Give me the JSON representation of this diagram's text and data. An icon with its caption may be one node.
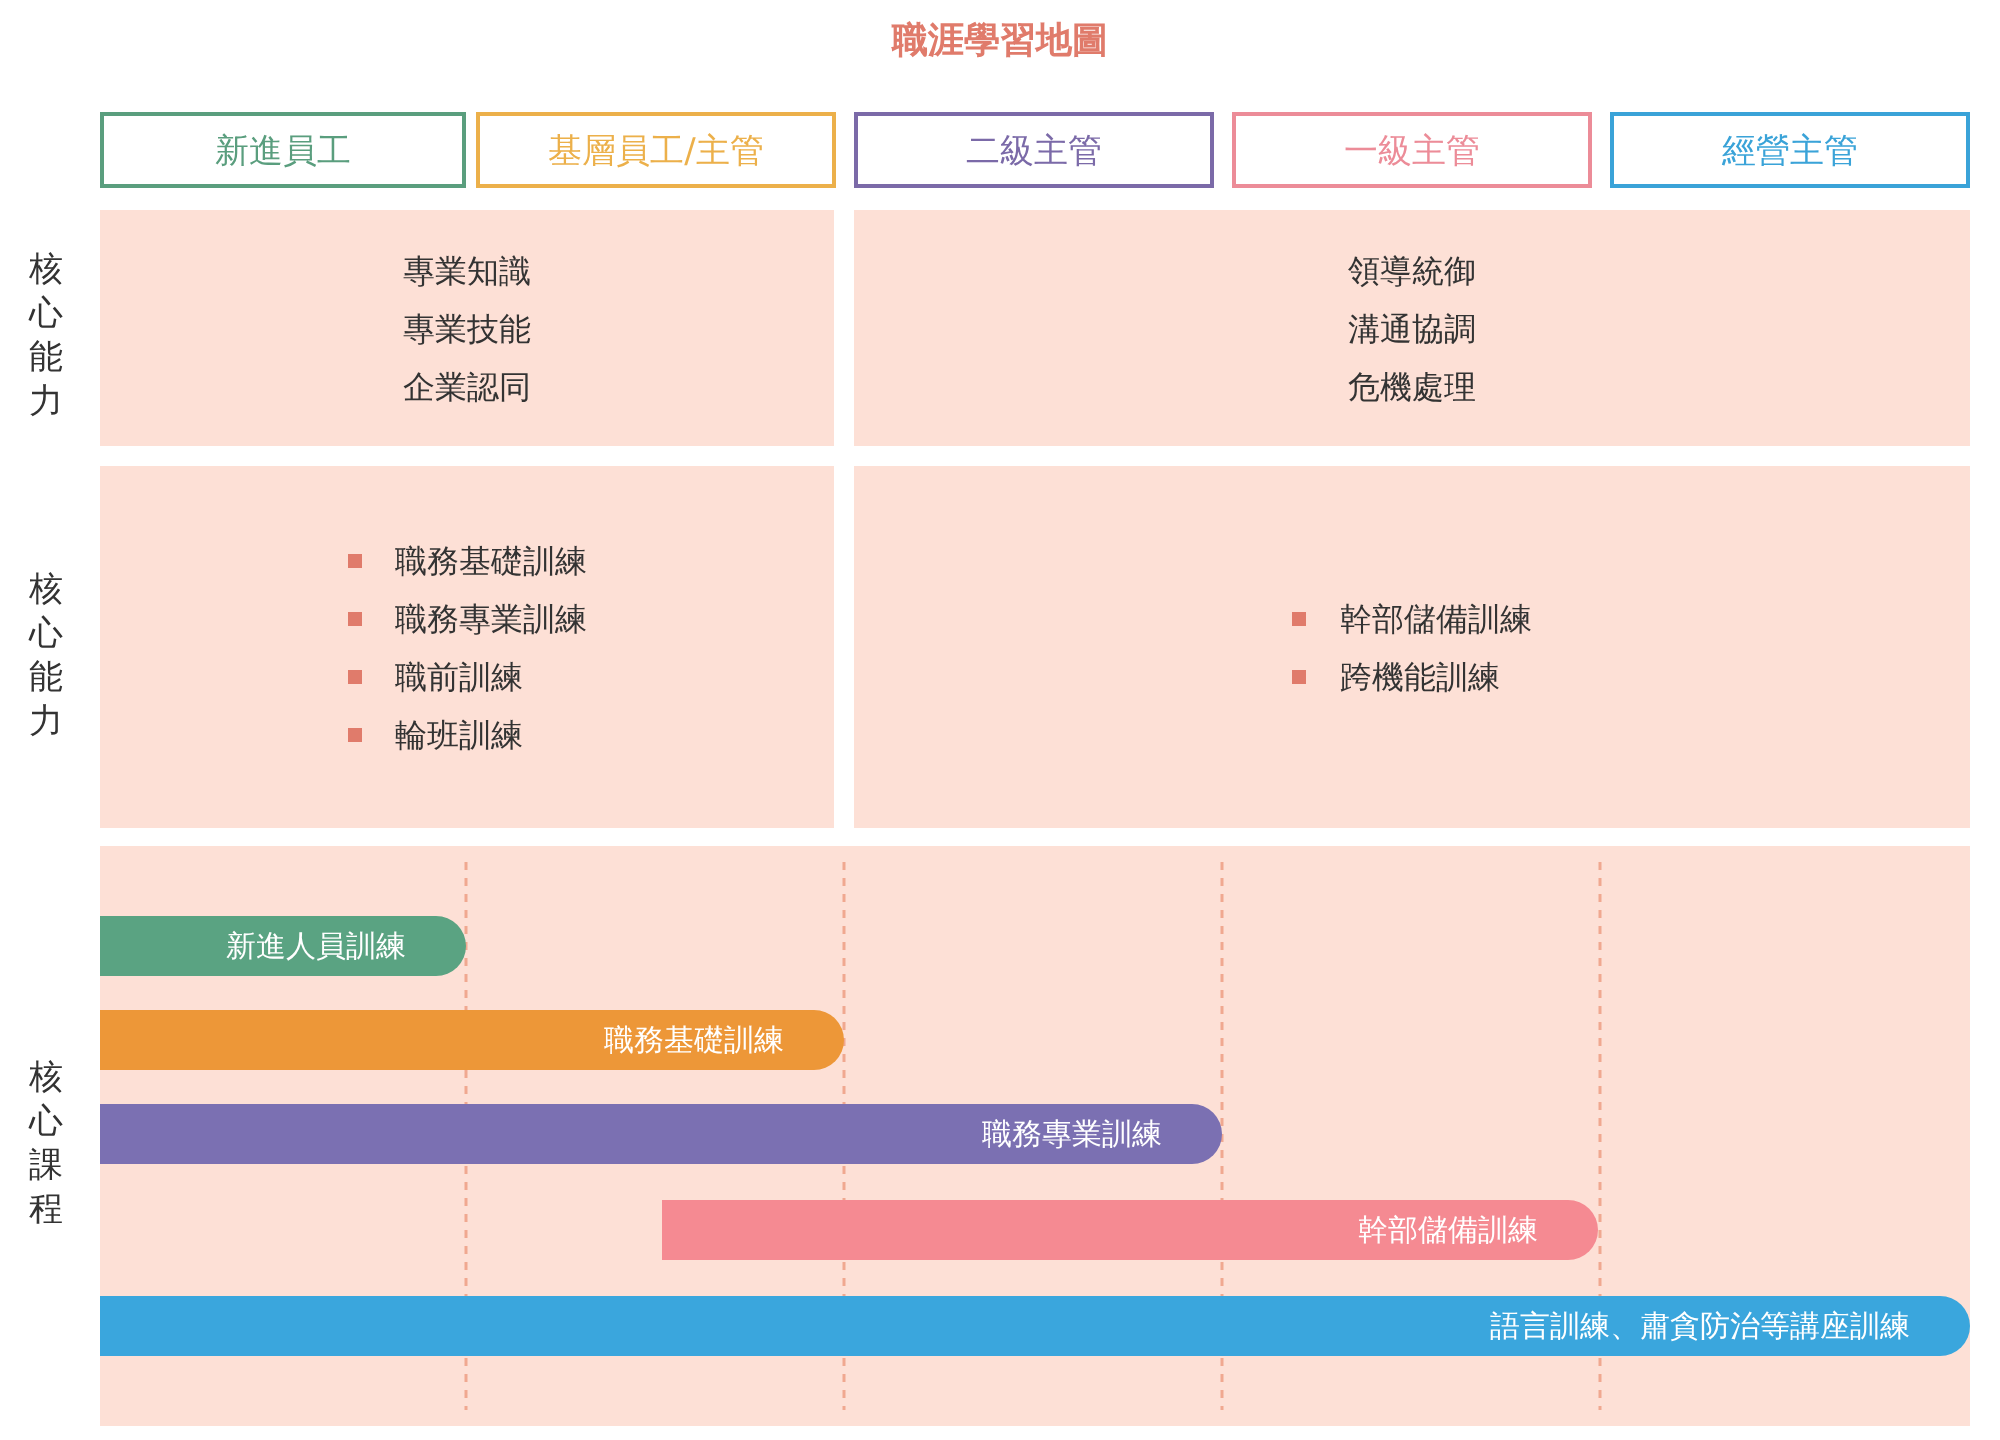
{
  "diagram": {
    "title": "職涯學習地圖",
    "nodes": [
      {
        "text": [
          "新進員工"
        ]
      },
      {
        "text": [
          "基層員工/主管"
        ]
      },
      {
        "text": [
          "二級主管"
        ]
      },
      {
        "text": [
          "一級主管"
        ]
      },
      {
        "text": [
          "經營主管"
        ]
      },
      {
        "text": [
          "專業知識",
          "專業技能",
          "企業認同"
        ]
      },
      {
        "text": [
          "領導統御",
          "溝通協調",
          "危機處理"
        ]
      },
      {
        "text": [
          "職務基礎訓練",
          "職務專業訓練",
          "職前訓練",
          "輪班訓練"
        ]
      },
      {
        "text": [
          "幹部儲備訓練",
          "跨機能訓練"
        ]
      },
      {
        "text": [],
        "shape": "box"
      },
      {
        "text": [
          "新進人員訓練"
        ],
        "in": 9
      },
      {
        "text": [
          "職務基礎訓練"
        ],
        "in": 9
      },
      {
        "text": [
          "職務專業訓練"
        ],
        "in": 9
      },
      {
        "text": [
          "幹部儲備訓練"
        ],
        "in": 9
      },
      {
        "text": [
          "語言訓練、肅貪防治等講座訓練"
        ],
        "in": 9
      }
    ],
    "labels": [
      "核心能力",
      "核心能力",
      "核心課程"
    ]
  }
}
